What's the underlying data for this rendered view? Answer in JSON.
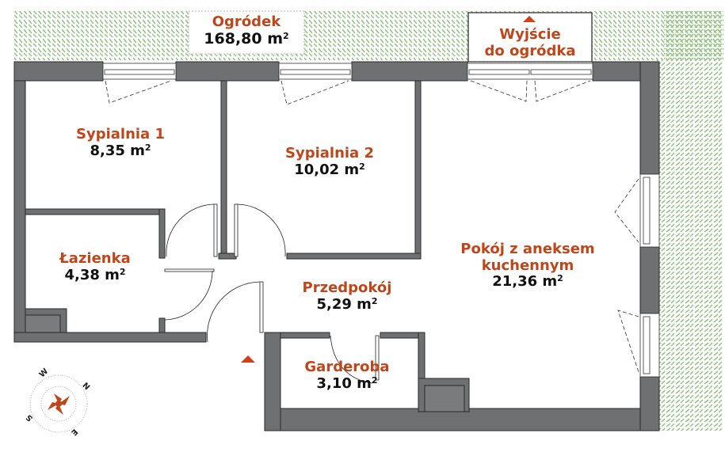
{
  "colors": {
    "wall": "#6f7072",
    "wall_outline": "#2a2a2a",
    "accent": "#c0461a",
    "area_text": "#111111",
    "garden_hatch": "#8fbf7f",
    "background": "#ffffff"
  },
  "garden": {
    "name": "Ogródek",
    "area_value": "168,80 m",
    "area_unit_sup": "2"
  },
  "garden_exit": {
    "line1": "Wyjście",
    "line2": "do ogródka",
    "marker_icon": "triangle-up-icon"
  },
  "rooms": [
    {
      "id": "sypialnia-1",
      "name": "Sypialnia 1",
      "area_value": "8,35 m",
      "area_unit_sup": "2"
    },
    {
      "id": "sypialnia-2",
      "name": "Sypialnia 2",
      "area_value": "10,02 m",
      "area_unit_sup": "2"
    },
    {
      "id": "lazienka",
      "name": "Łazienka",
      "area_value": "4,38 m",
      "area_unit_sup": "2"
    },
    {
      "id": "przedpokoj",
      "name": "Przedpokój",
      "area_value": "5,29 m",
      "area_unit_sup": "2"
    },
    {
      "id": "garderoba",
      "name": "Garderoba",
      "area_value": "3,10 m",
      "area_unit_sup": "2"
    },
    {
      "id": "pokoj-z-aneksem",
      "name_line1": "Pokój z aneksem",
      "name_line2": "kuchennym",
      "area_value": "21,36 m",
      "area_unit_sup": "2"
    }
  ],
  "entrance": {
    "marker_icon": "triangle-up-icon"
  },
  "compass": {
    "letters": {
      "n": "N",
      "e": "E",
      "s": "S",
      "w": "W"
    }
  }
}
